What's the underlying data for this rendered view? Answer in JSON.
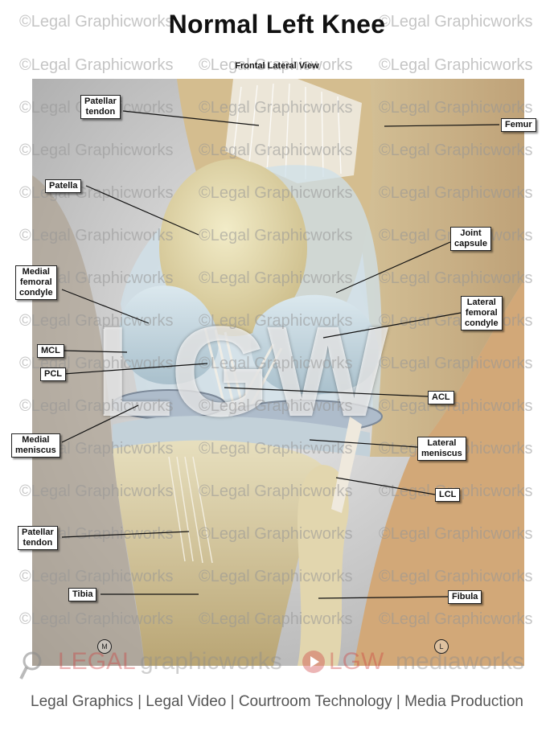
{
  "title": "Normal Left Knee",
  "subtitle": "Frontal Lateral View",
  "watermark": "©Legal Graphicworks",
  "center_mark": "LGW",
  "labels": {
    "patellar_tendon_top": "Patellar\ntendon",
    "femur": "Femur",
    "patella": "Patella",
    "joint_capsule": "Joint\ncapsule",
    "medial_femoral_condyle": "Medial\nfemoral\ncondyle",
    "lateral_femoral_condyle": "Lateral\nfemoral\ncondyle",
    "mcl": "MCL",
    "pcl": "PCL",
    "acl": "ACL",
    "medial_meniscus": "Medial\nmeniscus",
    "lateral_meniscus": "Lateral\nmeniscus",
    "lcl": "LCL",
    "patellar_tendon_bottom": "Patellar\ntendon",
    "tibia": "Tibia",
    "fibula": "Fibula"
  },
  "compass": {
    "medial": "M",
    "lateral": "L"
  },
  "brand": {
    "legal": "LEGAL",
    "graphicworks": "graphicworks",
    "lgw": "LGW",
    "mediaworks": "mediaworks"
  },
  "tagline": "Legal Graphics | Legal Video | Courtroom Technology | Media Production",
  "colors": {
    "background": "#c9c9c9",
    "bone": "#e3d6aa",
    "cartilage": "#c5dbe6",
    "skin": "#d8b987",
    "brand_red": "#cd3c3c"
  }
}
